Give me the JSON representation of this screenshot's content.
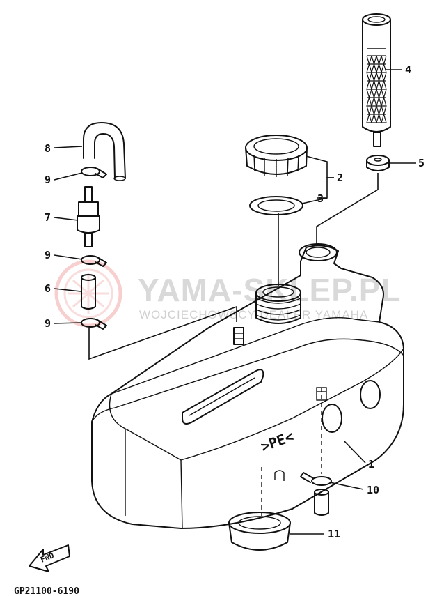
{
  "diagram": {
    "callouts": [
      "1",
      "2",
      "3",
      "4",
      "5",
      "6",
      "7",
      "8",
      "9",
      "9",
      "9",
      "10",
      "11"
    ],
    "tank_marking": ">PE<",
    "fwd_label": "FWD",
    "drawing_code": "GP21100-6190"
  },
  "watermark": {
    "title": "YAMA-SKLEP.PL",
    "subtitle": "WOJCIECHOWSCY DEALER YAMAHA"
  },
  "colors": {
    "ink": "#111111",
    "watermark_logo": "#f2b8b8",
    "watermark_text": "#d9d9d9"
  }
}
